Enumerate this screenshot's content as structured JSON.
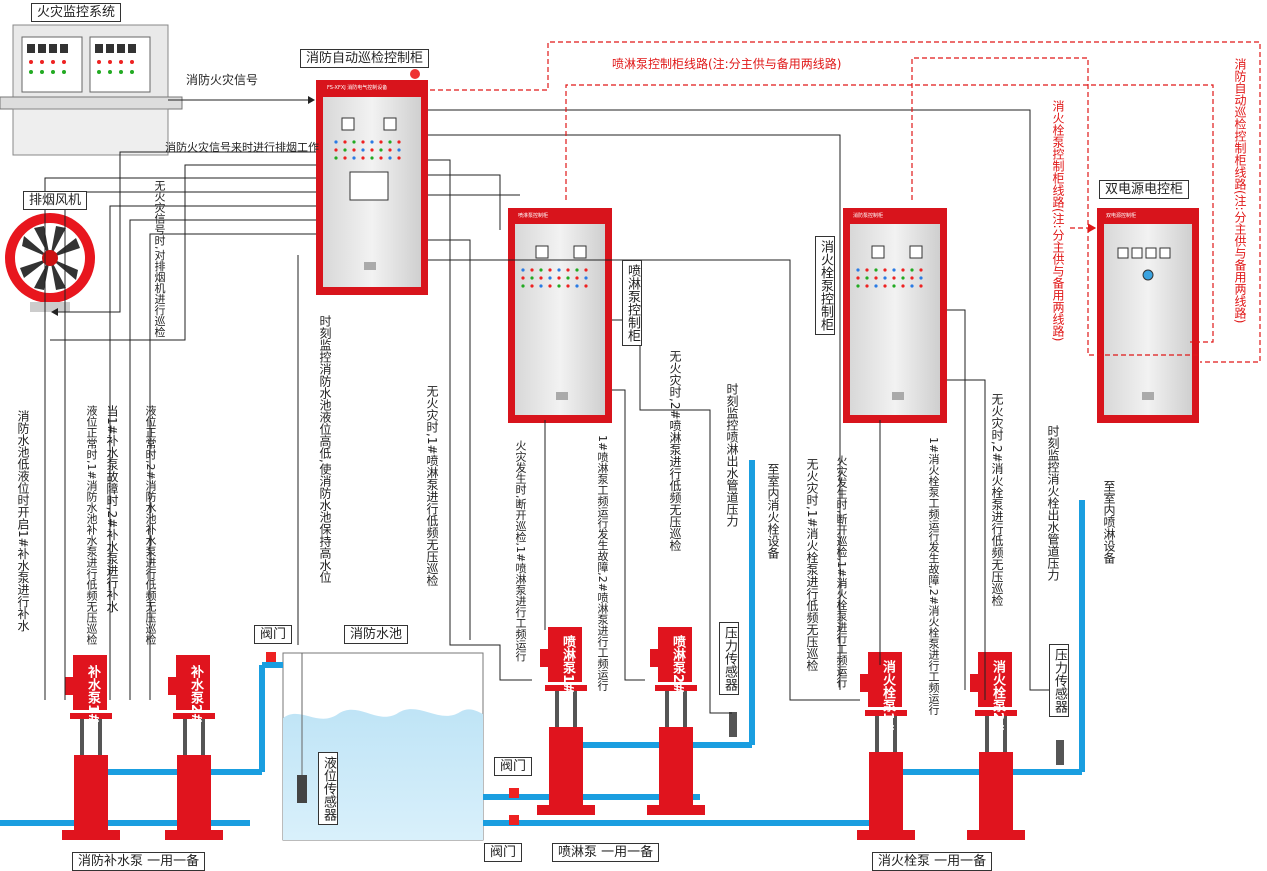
{
  "labels": {
    "fire_monitor_system": "火灾监控系统",
    "auto_inspection_cabinet": "消防自动巡检控制柜",
    "fire_signal": "消防火灾信号",
    "fire_signal_smoke": "消防火灾信号来时进行排烟工作",
    "smoke_fan": "排烟风机",
    "sprinkler_line": "喷淋泵控制柜线路(注:分主供与备用两线路)",
    "dual_power_cabinet": "双电源电控柜",
    "hydrant_cabinet": "消火栓泵控制柜",
    "sprinkler_cabinet": "喷淋泵控制柜",
    "hydrant_cabinet_line": "消火栓泵控制柜线路(注:分主供与备用两线路)",
    "auto_cabinet_line": "消防自动巡检控制柜线路(注:分主供与备用两线路)",
    "pool": "消防水池",
    "level_sensor": "液位传感器",
    "valve_top": "阀门",
    "valve_mid": "阀门",
    "valve_bottom": "阀门",
    "pressure_sensor_1": "压力传感器",
    "pressure_sensor_2": "压力传感器",
    "makeup_group": "消防补水泵 一用一备",
    "sprinkler_group": "喷淋泵 一用一备",
    "hydrant_group": "消火栓泵 一用一备",
    "to_indoor_hydrant": "至室内消火栓设备",
    "to_indoor_sprinkler": "至室内喷淋设备",
    "cabinet_small_title_1": "FS-XFXJ 消防电气控制设备",
    "cabinet_small_title_2": "喷淋泵控制柜",
    "cabinet_small_title_3": "消防泵控制柜",
    "cabinet_small_title_4": "双电源控制柜"
  },
  "vertical_notes": {
    "no_fire_fan": "无火灾信号时,对排烟机进行巡检",
    "low_level": "消防水池低液位时开启1#补水泵进行补水",
    "level_normal_1": "液位正常时,1#消防水池补水泵进行低频无压巡检",
    "pump1_fault": "当1#补水泵故障时,2#补水泵进行补水",
    "level_normal_2": "液位正常时,2#消防水池补水泵进行低频无压巡检",
    "monitor_pool": "时刻监控消防水池液位高低,使消防水池保持高水位",
    "no_fire_sprinkler1": "无火灾时,1#喷淋泵进行低频无压巡检",
    "fire_sprinkler": "火灾发生时,断开巡检,1#喷淋泵进行工频运行",
    "sprinkler_fault": "1#喷淋泵工频运行发生故障,2#喷淋泵进行工频运行",
    "no_fire_sprinkler2": "无火灾时,2#喷淋泵进行低频无压巡检",
    "monitor_sprinkler_pressure": "时刻监控喷淋出水管道压力",
    "no_fire_hydrant1": "无火灾时,1#消火栓泵进行低频无压巡检",
    "fire_hydrant": "火灾发生时,断开巡检,1#消火栓泵进行工频运行",
    "hydrant_fault": "1#消火栓泵工频运行发生故障,2#消火栓泵进行工频运行",
    "no_fire_hydrant2": "无火灾时,2#消火栓泵进行低频无压巡检",
    "monitor_hydrant_pressure": "时刻监控消火栓出水管道压力"
  },
  "pumps": {
    "makeup1": "补水泵1#",
    "makeup2": "补水泵2#",
    "sprinkler1": "喷淋泵1#",
    "sprinkler2": "喷淋泵2#",
    "hydrant1": "消火栓泵1#",
    "hydrant2": "消火栓泵2#"
  },
  "colors": {
    "pump_red": "#e0141e",
    "cabinet_frame": "#d8141c",
    "pipe_blue": "#1a9ee0",
    "signal_red": "#e01818"
  }
}
